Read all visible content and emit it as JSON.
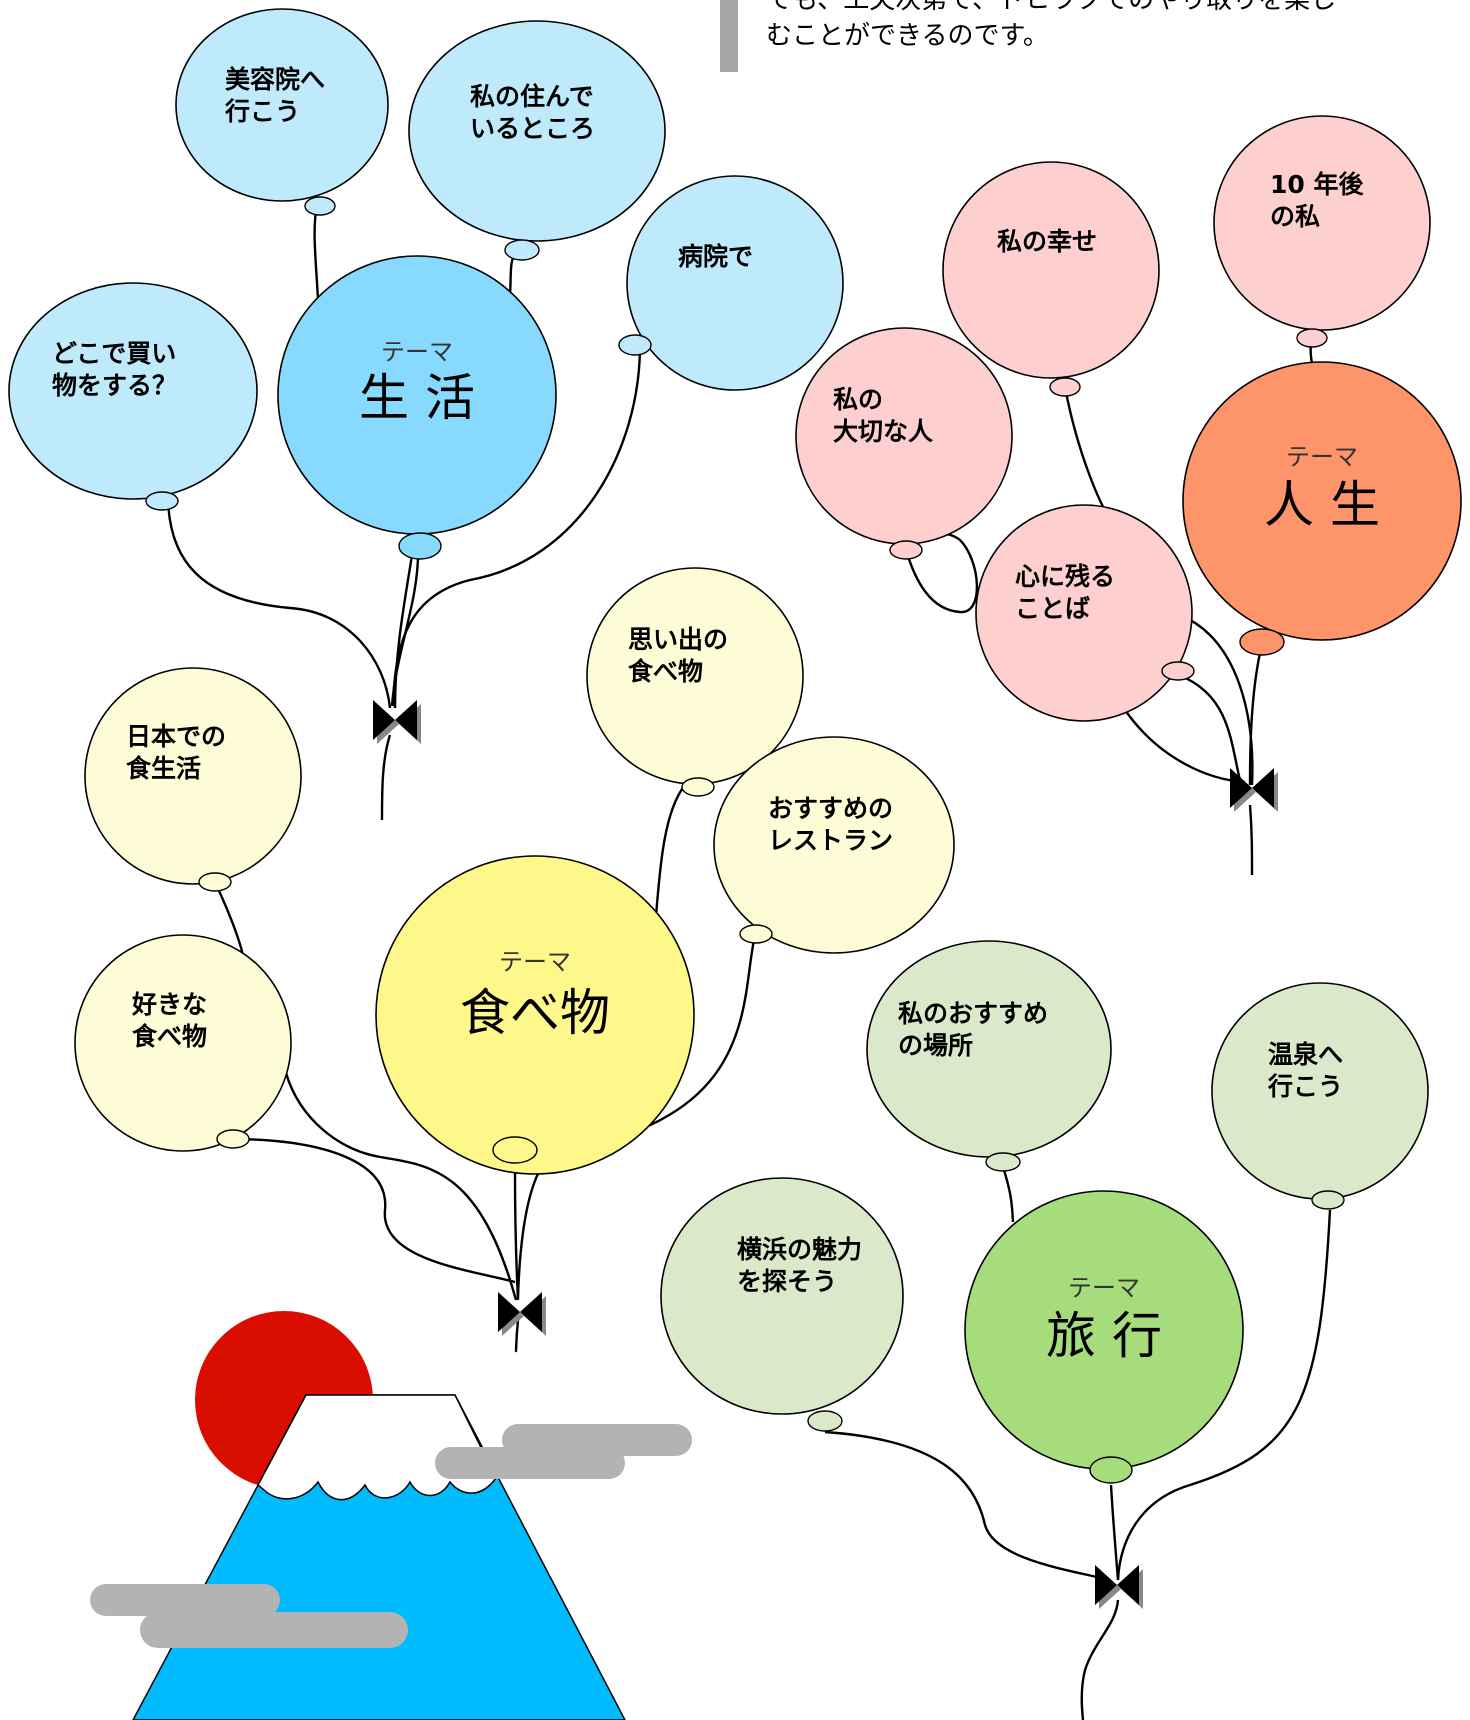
{
  "intro": {
    "line1": "でも、工夫次第で、ドヒラクでのやり取りを楽し",
    "line2": "むことができるのです。"
  },
  "groups": [
    {
      "id": "life",
      "theme_label": "テーマ",
      "title": "生 活",
      "colors": {
        "main": "#87dafd",
        "sub": "#bfeafb",
        "knot": "#87dafd"
      },
      "balloons": [
        {
          "name": "balloon-beauty-salon",
          "lines": [
            "美容院へ",
            "行こう"
          ]
        },
        {
          "name": "balloon-where-i-live",
          "lines": [
            "私の住んで",
            "いるところ"
          ]
        },
        {
          "name": "balloon-at-hospital",
          "lines": [
            "病院で"
          ]
        },
        {
          "name": "balloon-shopping",
          "lines": [
            "どこで買い",
            "物をする？"
          ]
        }
      ]
    },
    {
      "id": "life-path",
      "theme_label": "テーマ",
      "title": "人 生",
      "colors": {
        "main": "#fd946a",
        "sub": "#fdcfcf",
        "knot": "#fd946a"
      },
      "balloons": [
        {
          "name": "balloon-ten-years-later",
          "lines": [
            "10 年後",
            "の私"
          ]
        },
        {
          "name": "balloon-my-happiness",
          "lines": [
            "私の幸せ"
          ]
        },
        {
          "name": "balloon-important-person",
          "lines": [
            "私の",
            "大切な人"
          ]
        },
        {
          "name": "balloon-memorable-words",
          "lines": [
            "心に残る",
            "ことば"
          ]
        }
      ]
    },
    {
      "id": "food",
      "theme_label": "テーマ",
      "title": "食べ物",
      "colors": {
        "main": "#fef78a",
        "sub": "#fefcd7",
        "knot": "#fef78a"
      },
      "balloons": [
        {
          "name": "balloon-food-memories",
          "lines": [
            "思い出の",
            "食べ物"
          ]
        },
        {
          "name": "balloon-japan-diet",
          "lines": [
            "日本での",
            "食生活"
          ]
        },
        {
          "name": "balloon-recommended-restaurant",
          "lines": [
            "おすすめの",
            "レストラン"
          ]
        },
        {
          "name": "balloon-favorite-food",
          "lines": [
            "好きな",
            "食べ物"
          ]
        }
      ]
    },
    {
      "id": "travel",
      "theme_label": "テーマ",
      "title": "旅 行",
      "colors": {
        "main": "#a6dc7c",
        "sub": "#d9e9ca",
        "knot": "#a6dc7c"
      },
      "balloons": [
        {
          "name": "balloon-recommended-place",
          "lines": [
            "私のおすすめ",
            "の場所"
          ]
        },
        {
          "name": "balloon-hot-spring",
          "lines": [
            "温泉へ",
            "行こう"
          ]
        },
        {
          "name": "balloon-yokohama-charm",
          "lines": [
            "横浜の魅力",
            "を探そう"
          ]
        }
      ]
    }
  ],
  "scene": {
    "sun_color": "#d90d00",
    "mountain_color": "#00bbfd",
    "snow_color": "#ffffff",
    "cloud_color": "#b3b3b3"
  }
}
